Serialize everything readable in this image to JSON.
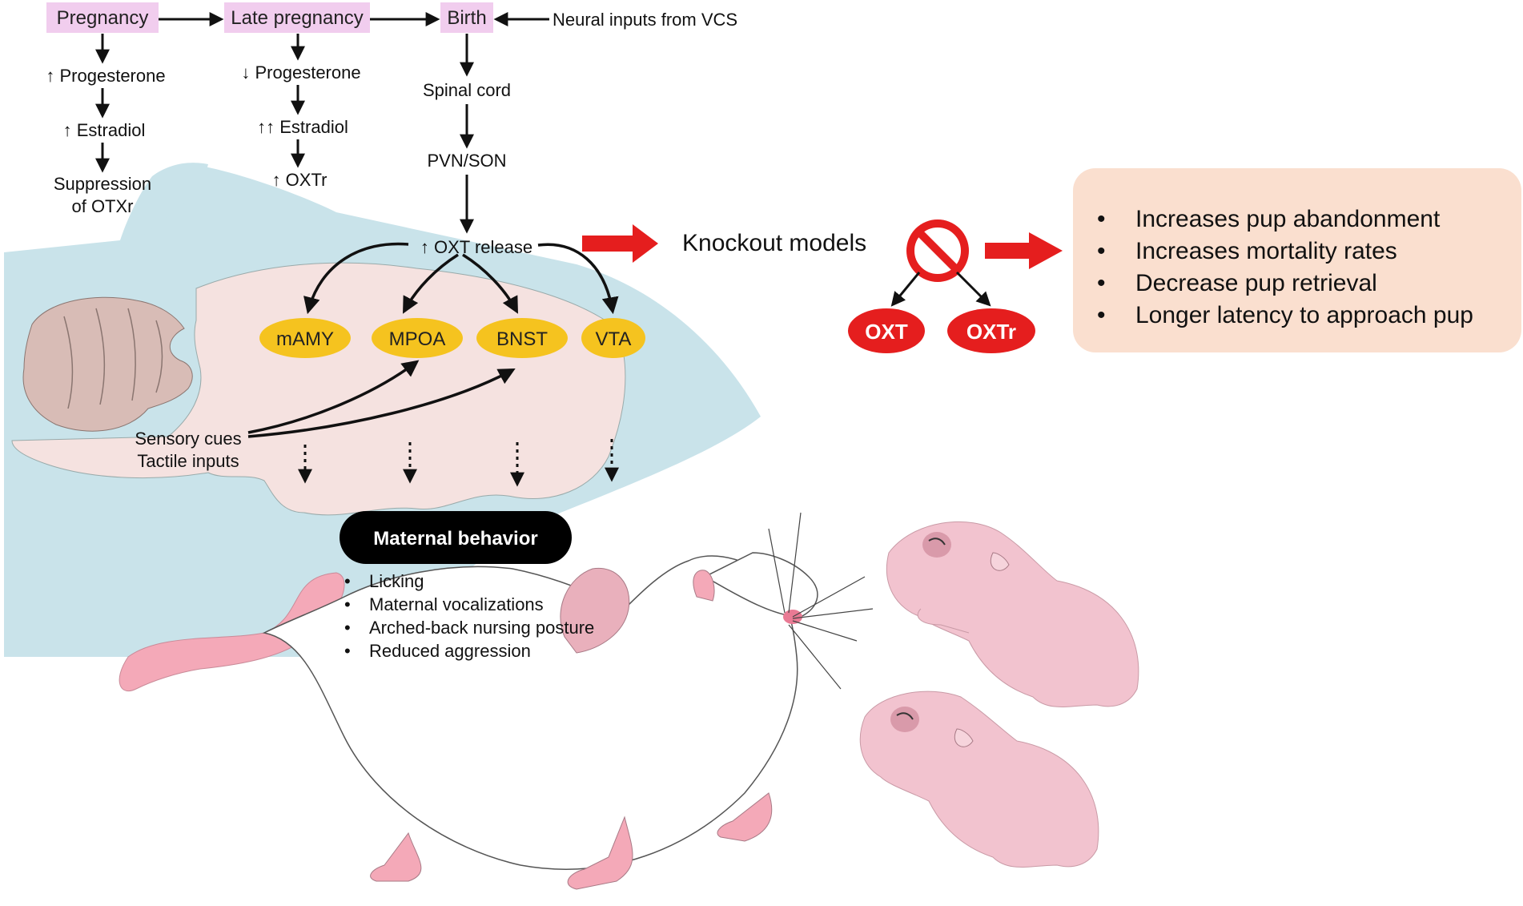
{
  "colors": {
    "sagittal": "#c9e3ea",
    "brain": "#f5e2e0",
    "cerebellum": "#d8bcb6",
    "pregnancy_box": "#f1cdee",
    "region": "#f5c31f",
    "knockout_red": "#e51e1e",
    "effects_box": "#fadfcf",
    "maternal_box": "#000000",
    "pup_pink": "#f2c3cf",
    "tail_pink": "#f4a9b8"
  },
  "flow": {
    "pregnancy": "Pregnancy",
    "late_pregnancy": "Late pregnancy",
    "birth": "Birth",
    "neural_inputs": "Neural inputs from VCS",
    "preg_steps": [
      "↑ Progesterone",
      "↑ Estradiol",
      "Suppression",
      "of OTXr"
    ],
    "late_steps": [
      "↓ Progesterone",
      "↑↑ Estradiol",
      "↑ OXTr"
    ],
    "birth_steps": [
      "Spinal cord",
      "PVN/SON",
      "↑ OXT release"
    ]
  },
  "regions": [
    "mAMY",
    "MPOA",
    "BNST",
    "VTA"
  ],
  "sensory": [
    "Sensory cues",
    "Tactile inputs"
  ],
  "maternal": {
    "title": "Maternal behavior",
    "items": [
      "Licking",
      "Maternal vocalizations",
      "Arched-back nursing posture",
      "Reduced aggression"
    ]
  },
  "knockout": {
    "label": "Knockout models",
    "oxt": "OXT",
    "oxtr": "OXTr",
    "effects": [
      "Increases pup abandonment",
      "Increases mortality rates",
      "Decrease pup retrieval",
      "Longer latency to approach pup"
    ]
  },
  "icons": {
    "prohibition": "no-sign-icon",
    "mother": "rat-illustration",
    "pups": "pup-illustration"
  }
}
